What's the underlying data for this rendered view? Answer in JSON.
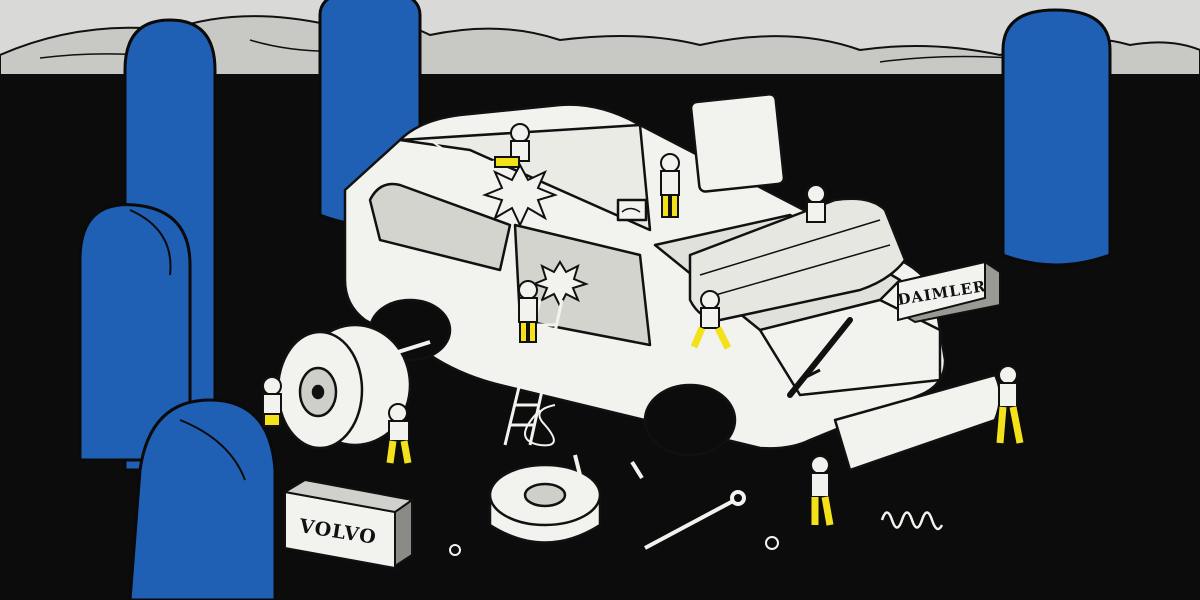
{
  "scene": {
    "background_color": "#0c0c0c",
    "sky_color": "#d9d9d7",
    "finger_color": "#1f5fb4",
    "worker_pants_color": "#f3e21a",
    "car_color": "#f2f2ee",
    "ground_texture": "speckled-black"
  },
  "labels": {
    "volvo": "VOLVO",
    "daimler": "DAIMLER"
  },
  "icons": [
    "finger",
    "minivan",
    "worker",
    "tire",
    "wrench",
    "spring",
    "ladder",
    "spark"
  ]
}
